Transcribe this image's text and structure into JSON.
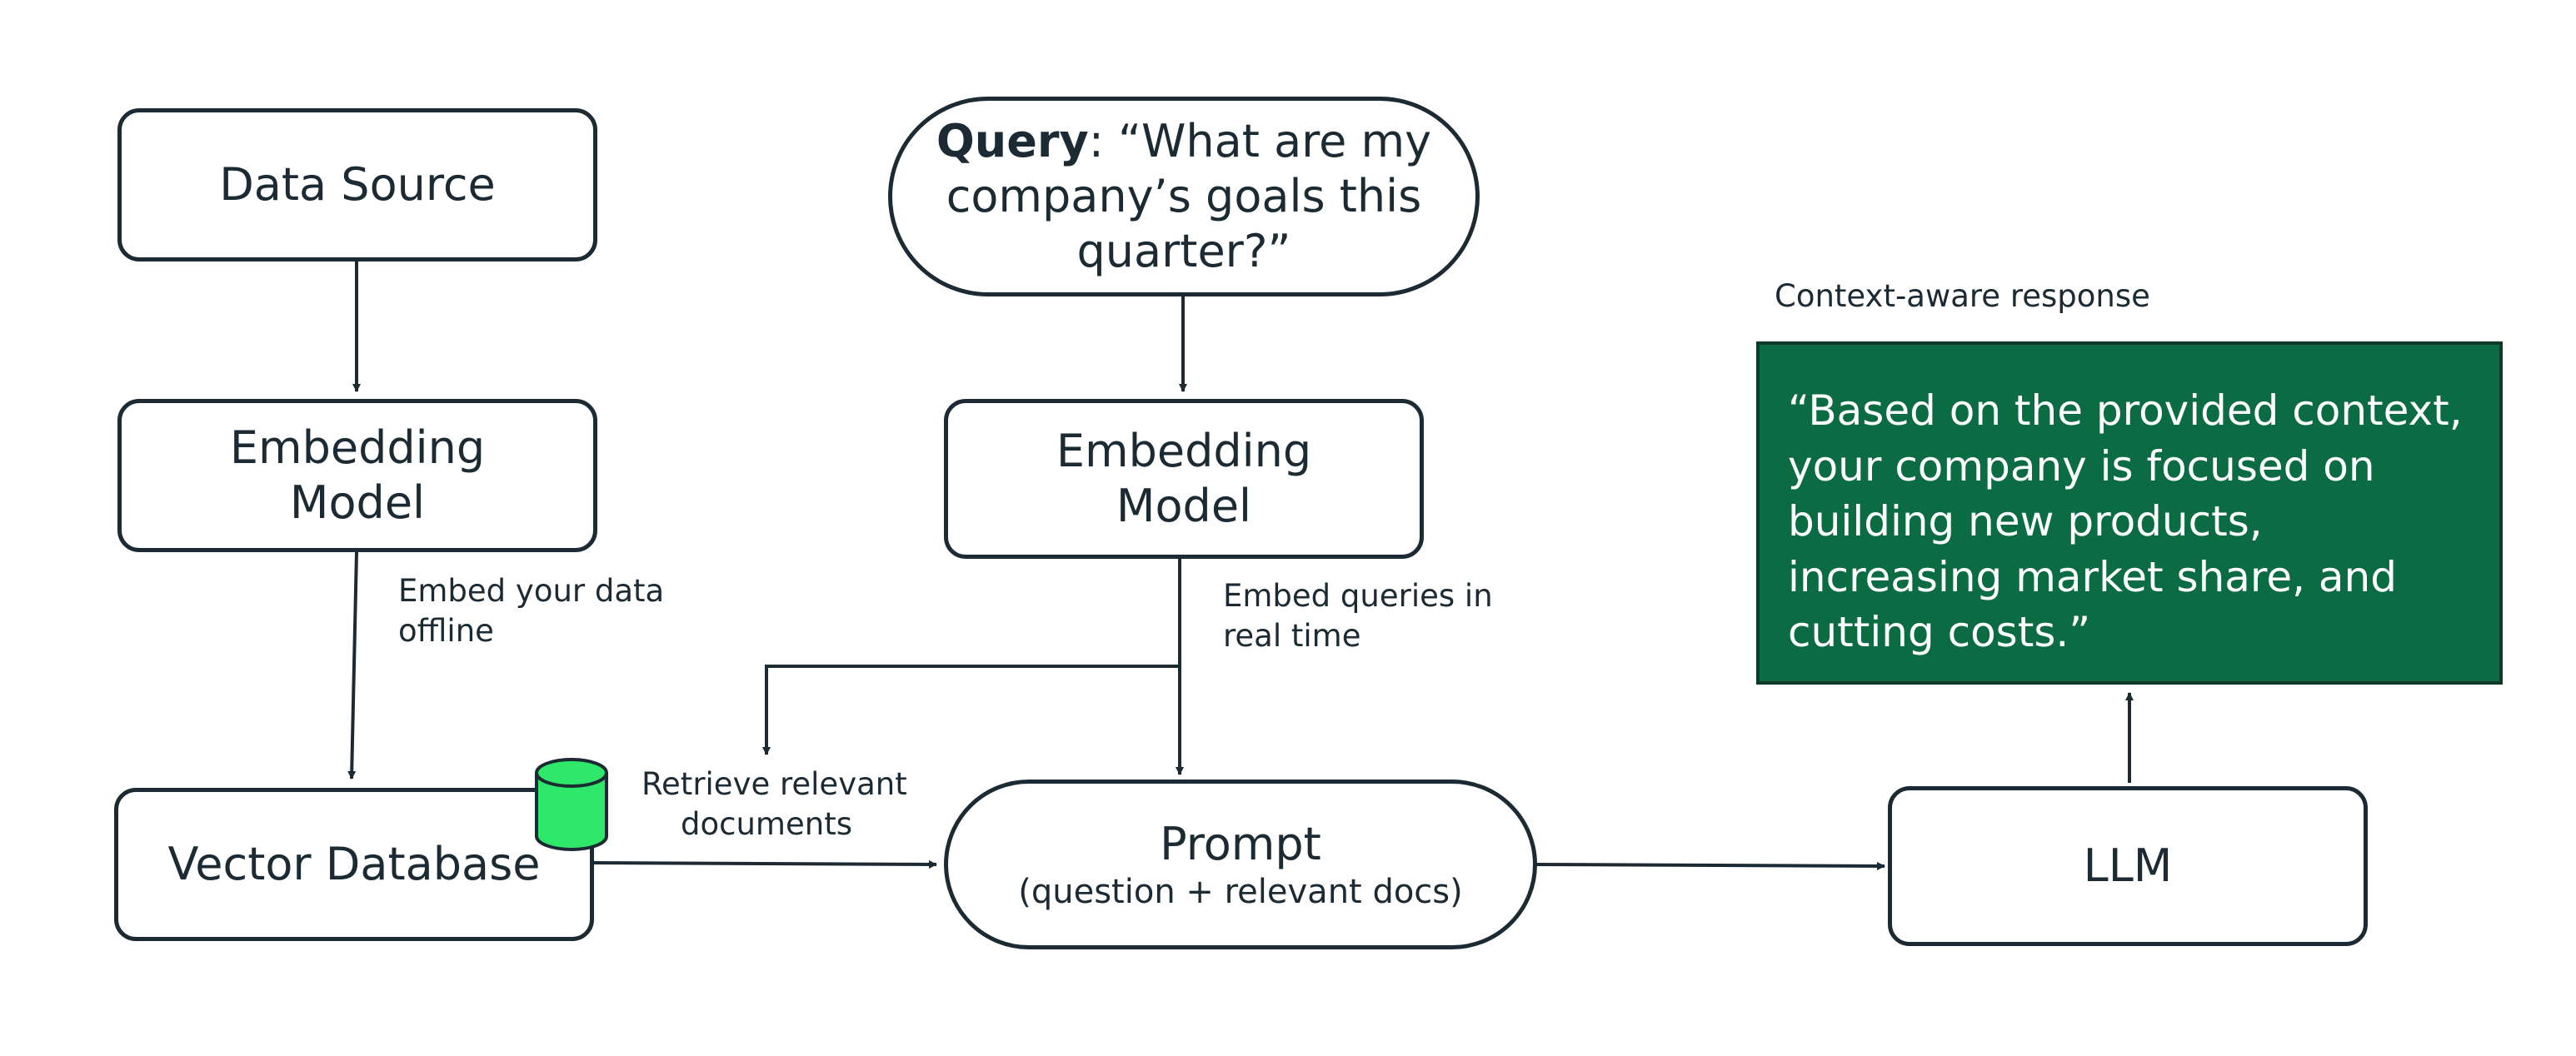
{
  "nodes": {
    "data_source": "Data Source",
    "embed_left": [
      "Embedding",
      "Model"
    ],
    "vector_db": "Vector Database",
    "query": {
      "bold": "Query",
      "lines": [
        ": “What are my",
        "company’s goals this",
        "quarter?”"
      ]
    },
    "embed_mid": [
      "Embedding",
      "Model"
    ],
    "prompt": {
      "title": "Prompt",
      "subtitle": "(question + relevant docs)"
    },
    "llm": "LLM"
  },
  "labels": {
    "embed_offline": [
      "Embed your data",
      "offline"
    ],
    "embed_realtime": [
      "Embed queries in",
      "real time"
    ],
    "retrieve": [
      "Retrieve relevant",
      "documents"
    ],
    "context_aware": "Context-aware response"
  },
  "response": {
    "lines": [
      "“Based on the provided context,",
      "your company is focused on",
      "building new products,",
      "increasing market share, and",
      "cutting costs.”"
    ]
  },
  "colors": {
    "stroke": "#1b2a33",
    "response_bg": "#0b6b43",
    "database_icon": "#2ee86a"
  }
}
